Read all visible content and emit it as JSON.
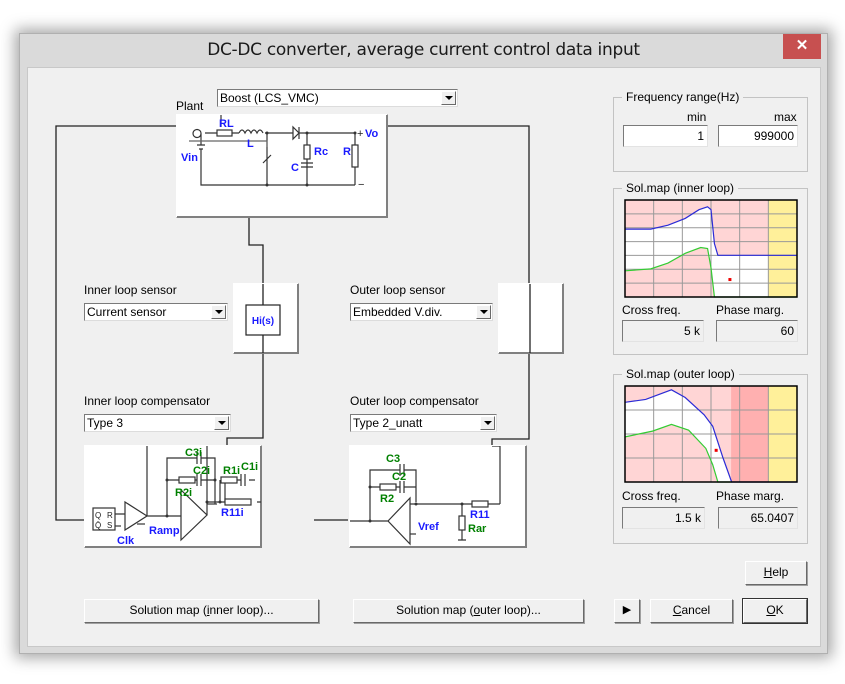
{
  "window": {
    "title": "DC-DC converter, average current control data input",
    "close_glyph": "✕"
  },
  "plant": {
    "label": "Plant",
    "selected": "Boost (LCS_VMC)",
    "schematic_labels": {
      "RL": "RL",
      "L": "L",
      "Vin": "Vin",
      "Rc": "Rc",
      "C": "C",
      "R": "R",
      "Vo": "Vo",
      "plus": "+",
      "minus": "−"
    }
  },
  "inner_sensor": {
    "label": "Inner loop sensor",
    "selected": "Current sensor",
    "block_label": "Hi(s)"
  },
  "outer_sensor": {
    "label": "Outer loop sensor",
    "selected": "Embedded V.div."
  },
  "inner_comp": {
    "label": "Inner loop compensator",
    "selected": "Type 3",
    "schematic_labels": {
      "C3i": "C3i",
      "C2i": "C2i",
      "R2i": "R2i",
      "R1i": "R1i",
      "C1i": "C1i",
      "R11i": "R11i",
      "Ramp": "Ramp",
      "Clk": "Clk",
      "Q": "Q",
      "Qbar": "Q̄",
      "R": "R",
      "S": "S"
    }
  },
  "outer_comp": {
    "label": "Outer loop compensator",
    "selected": "Type 2_unatt",
    "schematic_labels": {
      "C3": "C3",
      "C2": "C2",
      "R2": "R2",
      "R11": "R11",
      "Vref": "Vref",
      "Rar": "Rar"
    }
  },
  "frequency_range": {
    "title": "Frequency range(Hz)",
    "min_label": "min",
    "max_label": "max",
    "min_value": "1",
    "max_value": "999000"
  },
  "inner_solmap": {
    "title": "Sol.map (inner loop)",
    "cross_freq_label": "Cross freq.",
    "cross_freq_value": "5 k",
    "phase_marg_label": "Phase marg.",
    "phase_marg_value": "60"
  },
  "outer_solmap": {
    "title": "Sol.map (outer loop)",
    "cross_freq_label": "Cross freq.",
    "cross_freq_value": "1.5 k",
    "phase_marg_label": "Phase marg.",
    "phase_marg_value": "65.0407"
  },
  "buttons": {
    "solmap_inner": {
      "pre": "Solution map (",
      "key": "i",
      "post": "nner loop)..."
    },
    "solmap_outer": {
      "pre": "Solution map (",
      "key": "o",
      "post": "uter loop)..."
    },
    "more_glyph": "▶",
    "help": {
      "pre": "",
      "key": "H",
      "post": "elp"
    },
    "cancel": {
      "pre": "",
      "key": "C",
      "post": "ancel"
    },
    "ok": {
      "pre": "",
      "key": "O",
      "post": "K"
    }
  },
  "colors": {
    "close_red": "#c75050",
    "upper_curve": "#2b2bd6",
    "lower_curve": "#33cc33",
    "forbidden_pink": "#ffd5d5",
    "forbidden_dark_pink": "#ffb0b0",
    "yellow_band": "#fff09a",
    "operating_point": "#ee0000",
    "label_blue": "#1a1aff",
    "label_green": "#008000"
  }
}
